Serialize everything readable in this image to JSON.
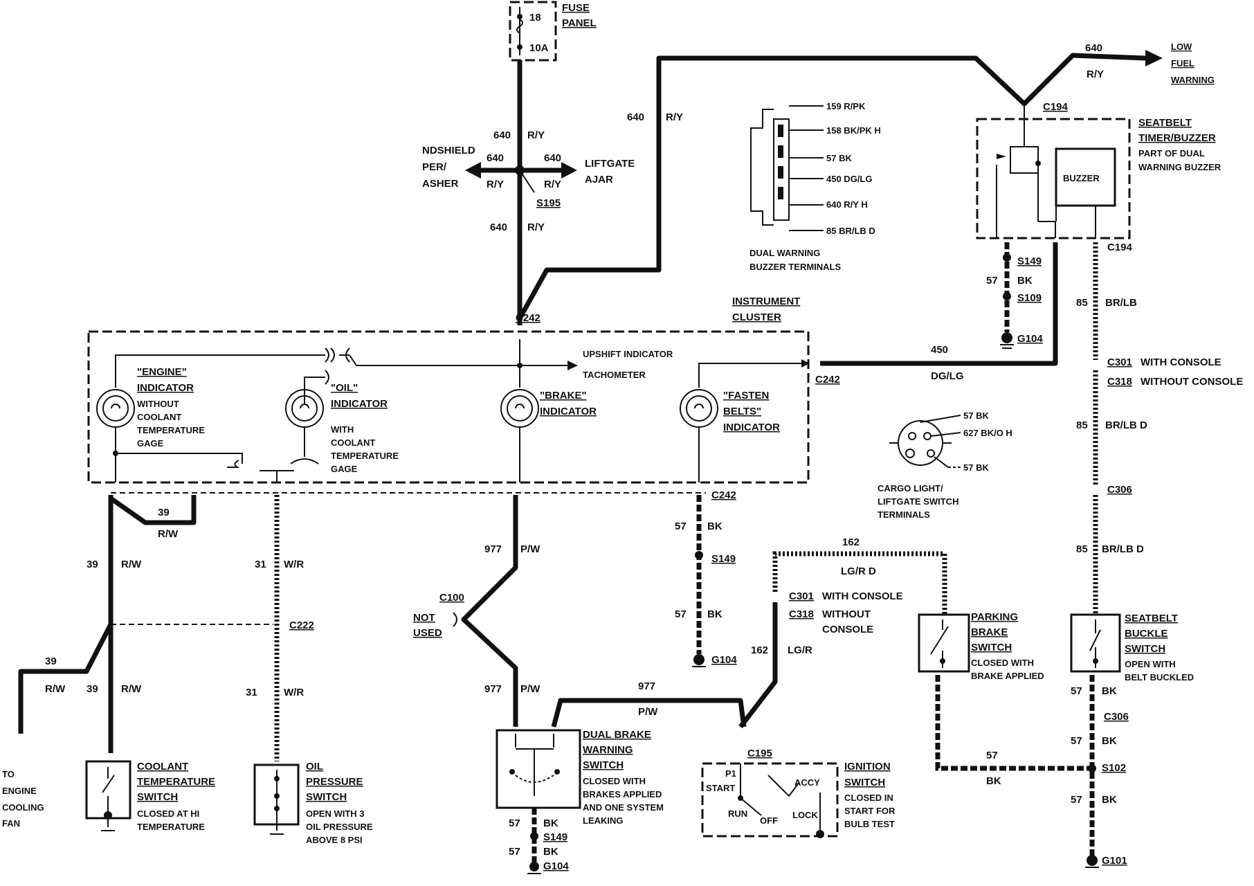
{
  "fuse": {
    "title": "FUSE\nPANEL",
    "number": "18",
    "rating": "10A"
  },
  "labels": {
    "fuse_panel_1": "FUSE",
    "fuse_panel_2": "PANEL",
    "low_fuel_1": "LOW",
    "low_fuel_2": "FUEL",
    "low_fuel_3": "WARNING",
    "windshield_1": "NDSHIELD",
    "windshield_2": "PER/",
    "windshield_3": "ASHER",
    "liftgate_1": "LIFTGATE",
    "liftgate_2": "AJAR",
    "seatbelt_timer_1": "SEATBELT",
    "seatbelt_timer_2": "TIMER/BUZZER",
    "seatbelt_timer_3": "PART OF DUAL",
    "seatbelt_timer_4": "WARNING BUZZER",
    "buzzer": "BUZZER",
    "instrument_1": "INSTRUMENT",
    "instrument_2": "CLUSTER",
    "upshift": "UPSHIFT INDICATOR",
    "tachometer": "TACHOMETER",
    "engine_1": "\"ENGINE\"",
    "engine_2": "INDICATOR",
    "engine_3": "WITHOUT",
    "engine_4": "COOLANT",
    "engine_5": "TEMPERATURE",
    "engine_6": "GAGE",
    "oil_1": "\"OIL\"",
    "oil_2": "INDICATOR",
    "oil_3": "WITH",
    "oil_4": "COOLANT",
    "oil_5": "TEMPERATURE",
    "oil_6": "GAGE",
    "brake_1": "\"BRAKE\"",
    "brake_2": "INDICATOR",
    "fasten_1": "\"FASTEN",
    "fasten_2": "BELTS\"",
    "fasten_3": "INDICATOR",
    "dual_buzzer_1": "DUAL WARNING",
    "dual_buzzer_2": "BUZZER TERMINALS",
    "cargo_1": "CARGO LIGHT/",
    "cargo_2": "LIFTGATE SWITCH",
    "cargo_3": "TERMINALS",
    "not_used_1": "NOT",
    "not_used_2": "USED",
    "to_engine_1": "TO",
    "to_engine_2": "ENGINE",
    "to_engine_3": "COOLING",
    "to_engine_4": "FAN",
    "coolant_1": "COOLANT",
    "coolant_2": "TEMPERATURE",
    "coolant_3": "SWITCH",
    "coolant_4": "CLOSED AT HI",
    "coolant_5": "TEMPERATURE",
    "oilsw_1": "OIL",
    "oilsw_2": "PRESSURE",
    "oilsw_3": "SWITCH",
    "oilsw_4": "OPEN WITH 3",
    "oilsw_5": "OIL PRESSURE",
    "oilsw_6": "ABOVE 8 PSI",
    "dualbrake_1": "DUAL BRAKE",
    "dualbrake_2": "WARNING",
    "dualbrake_3": "SWITCH",
    "dualbrake_4": "CLOSED WITH",
    "dualbrake_5": "BRAKES APPLIED",
    "dualbrake_6": "AND ONE SYSTEM",
    "dualbrake_7": "LEAKING",
    "ignition_1": "IGNITION",
    "ignition_2": "SWITCH",
    "ignition_3": "CLOSED IN",
    "ignition_4": "START FOR",
    "ignition_5": "BULB TEST",
    "ign_start": "START",
    "ign_p1": "P1",
    "ign_run": "RUN",
    "ign_off": "OFF",
    "ign_lock": "LOCK",
    "ign_accy": "ACCY",
    "parking_1": "PARKING",
    "parking_2": "BRAKE",
    "parking_3": "SWITCH",
    "parking_4": "CLOSED WITH",
    "parking_5": "BRAKE APPLIED",
    "buckle_1": "SEATBELT",
    "buckle_2": "BUCKLE",
    "buckle_3": "SWITCH",
    "buckle_4": "OPEN WITH",
    "buckle_5": "BELT BUCKLED",
    "with_console": "WITH CONSOLE",
    "without_console": "WITHOUT CONSOLE",
    "without_1": "WITHOUT",
    "console": "CONSOLE"
  },
  "connectors": {
    "c194": "C194",
    "c242": "C242",
    "c301": "C301",
    "c318": "C318",
    "c306": "C306",
    "c100": "C100",
    "c222": "C222",
    "c195": "C195"
  },
  "splices": {
    "s195": "S195",
    "s149": "S149",
    "s109": "S109",
    "s102": "S102"
  },
  "grounds": {
    "g104": "G104",
    "g101": "G101"
  },
  "wires": {
    "n640": "640",
    "ry": "R/Y",
    "n450": "450",
    "dglg": "DG/LG",
    "n57": "57",
    "bk": "BK",
    "n85": "85",
    "brlb": "BR/LB",
    "brlbd": "BR/LB D",
    "n39": "39",
    "rw": "R/W",
    "n31": "31",
    "wr": "W/R",
    "n977": "977",
    "pw": "P/W",
    "n162": "162",
    "lgr": "LG/R",
    "lgrd": "LG/R D"
  },
  "buzzer_terminals": [
    "159 R/PK",
    "158 BK/PK H",
    "57 BK",
    "450 DG/LG",
    "640 R/Y H",
    "85 BR/LB D"
  ],
  "cargo_terminals": [
    "57 BK",
    "627 BK/O H",
    "57 BK"
  ]
}
